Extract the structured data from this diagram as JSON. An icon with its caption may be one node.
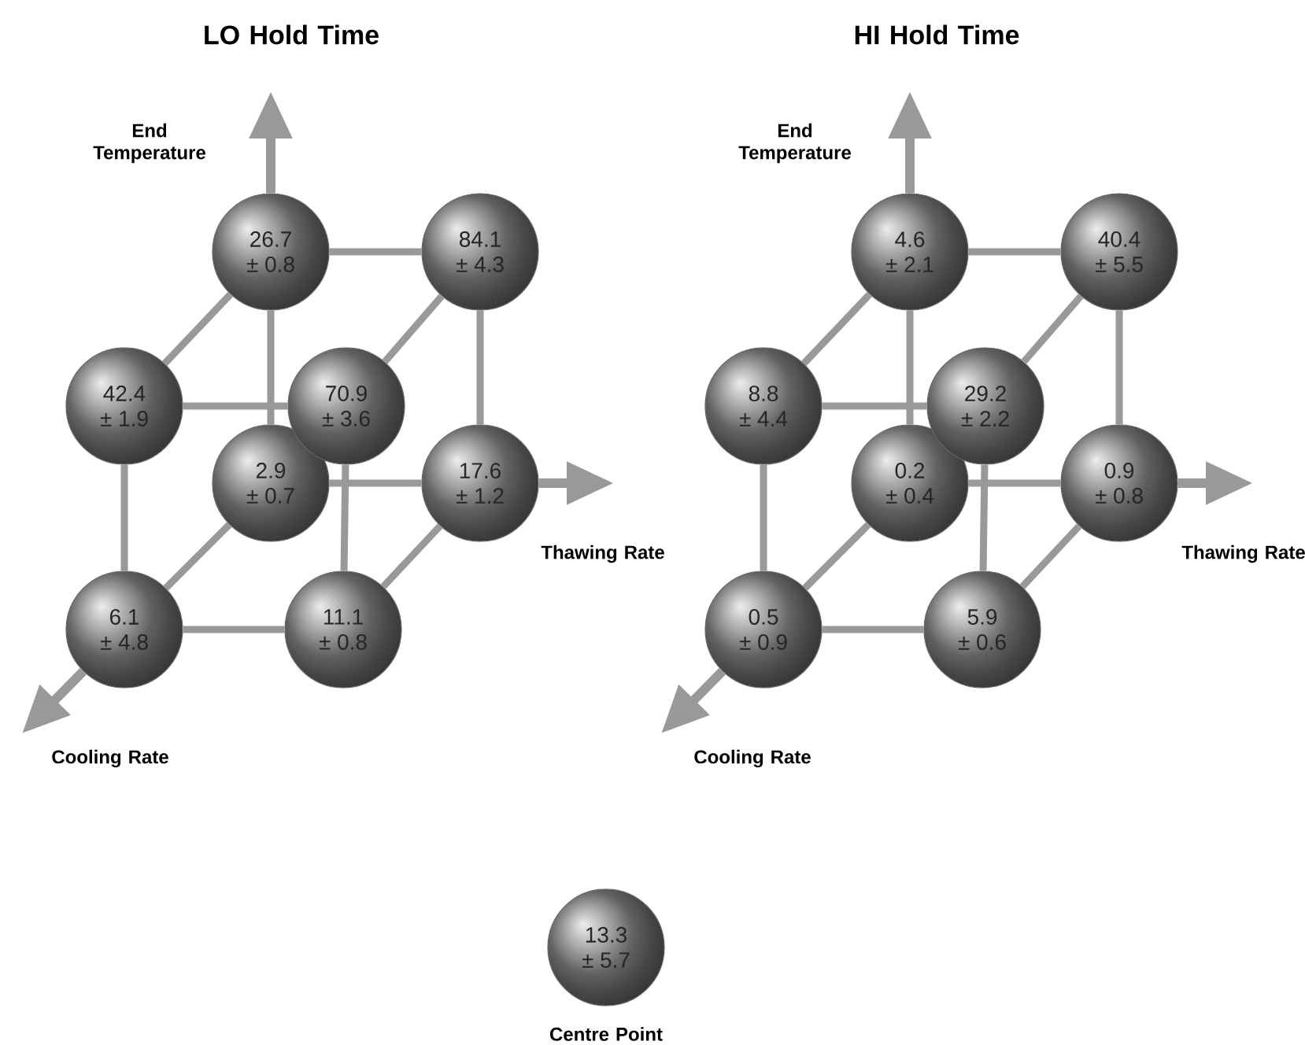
{
  "diagram": {
    "nodes": [
      {
        "text": [
          "26.7",
          "± 0.8"
        ]
      },
      {
        "text": [
          "84.1",
          "± 4.3"
        ]
      },
      {
        "text": [
          "42.4",
          "± 1.9"
        ]
      },
      {
        "text": [
          "70.9",
          "± 3.6"
        ]
      },
      {
        "text": [
          "2.9",
          "± 0.7"
        ]
      },
      {
        "text": [
          "17.6",
          "± 1.2"
        ]
      },
      {
        "text": [
          "6.1",
          "± 4.8"
        ]
      },
      {
        "text": [
          "11.1",
          "± 0.8"
        ]
      },
      {
        "text": [
          "4.6",
          "± 2.1"
        ]
      },
      {
        "text": [
          "40.4",
          "± 5.5"
        ]
      },
      {
        "text": [
          "8.8",
          "± 4.4"
        ]
      },
      {
        "text": [
          "29.2",
          "± 2.2"
        ]
      },
      {
        "text": [
          "0.2",
          "± 0.4"
        ]
      },
      {
        "text": [
          "0.9",
          "± 0.8"
        ]
      },
      {
        "text": [
          "0.5",
          "± 0.9"
        ]
      },
      {
        "text": [
          "5.9",
          "± 0.6"
        ]
      },
      {
        "text": [
          "13.3",
          "± 5.7"
        ],
        "beside": [
          "Centre Point"
        ]
      }
    ],
    "edges": [
      {
        "from": 0,
        "to": 1,
        "arrow": "none"
      },
      {
        "from": 0,
        "to": 2,
        "arrow": "none"
      },
      {
        "from": 0,
        "to": 4,
        "arrow": "none"
      },
      {
        "from": 1,
        "to": 3,
        "arrow": "none"
      },
      {
        "from": 1,
        "to": 5,
        "arrow": "none"
      },
      {
        "from": 2,
        "to": 3,
        "arrow": "none"
      },
      {
        "from": 2,
        "to": 6,
        "arrow": "none"
      },
      {
        "from": 3,
        "to": 7,
        "arrow": "none"
      },
      {
        "from": 4,
        "to": 5,
        "arrow": "none"
      },
      {
        "from": 4,
        "to": 6,
        "arrow": "none"
      },
      {
        "from": 5,
        "to": 7,
        "arrow": "none"
      },
      {
        "from": 6,
        "to": 7,
        "arrow": "none"
      },
      {
        "from": 0,
        "to": null,
        "arrow": "to"
      },
      {
        "from": 5,
        "to": null,
        "arrow": "to"
      },
      {
        "from": 6,
        "to": null,
        "arrow": "to"
      },
      {
        "from": 8,
        "to": 9,
        "arrow": "none"
      },
      {
        "from": 8,
        "to": 10,
        "arrow": "none"
      },
      {
        "from": 8,
        "to": 12,
        "arrow": "none"
      },
      {
        "from": 9,
        "to": 11,
        "arrow": "none"
      },
      {
        "from": 9,
        "to": 13,
        "arrow": "none"
      },
      {
        "from": 10,
        "to": 11,
        "arrow": "none"
      },
      {
        "from": 10,
        "to": 14,
        "arrow": "none"
      },
      {
        "from": 11,
        "to": 15,
        "arrow": "none"
      },
      {
        "from": 12,
        "to": 13,
        "arrow": "none"
      },
      {
        "from": 12,
        "to": 14,
        "arrow": "none"
      },
      {
        "from": 13,
        "to": 15,
        "arrow": "none"
      },
      {
        "from": 14,
        "to": 15,
        "arrow": "none"
      },
      {
        "from": 8,
        "to": null,
        "arrow": "to"
      },
      {
        "from": 13,
        "to": null,
        "arrow": "to"
      },
      {
        "from": 14,
        "to": null,
        "arrow": "to"
      }
    ],
    "labels": [
      "LO Hold Time",
      "HI Hold Time",
      "End Temperature",
      "End Temperature",
      "Thawing Rate",
      "Thawing Rate",
      "Cooling Rate",
      "Cooling Rate"
    ]
  }
}
